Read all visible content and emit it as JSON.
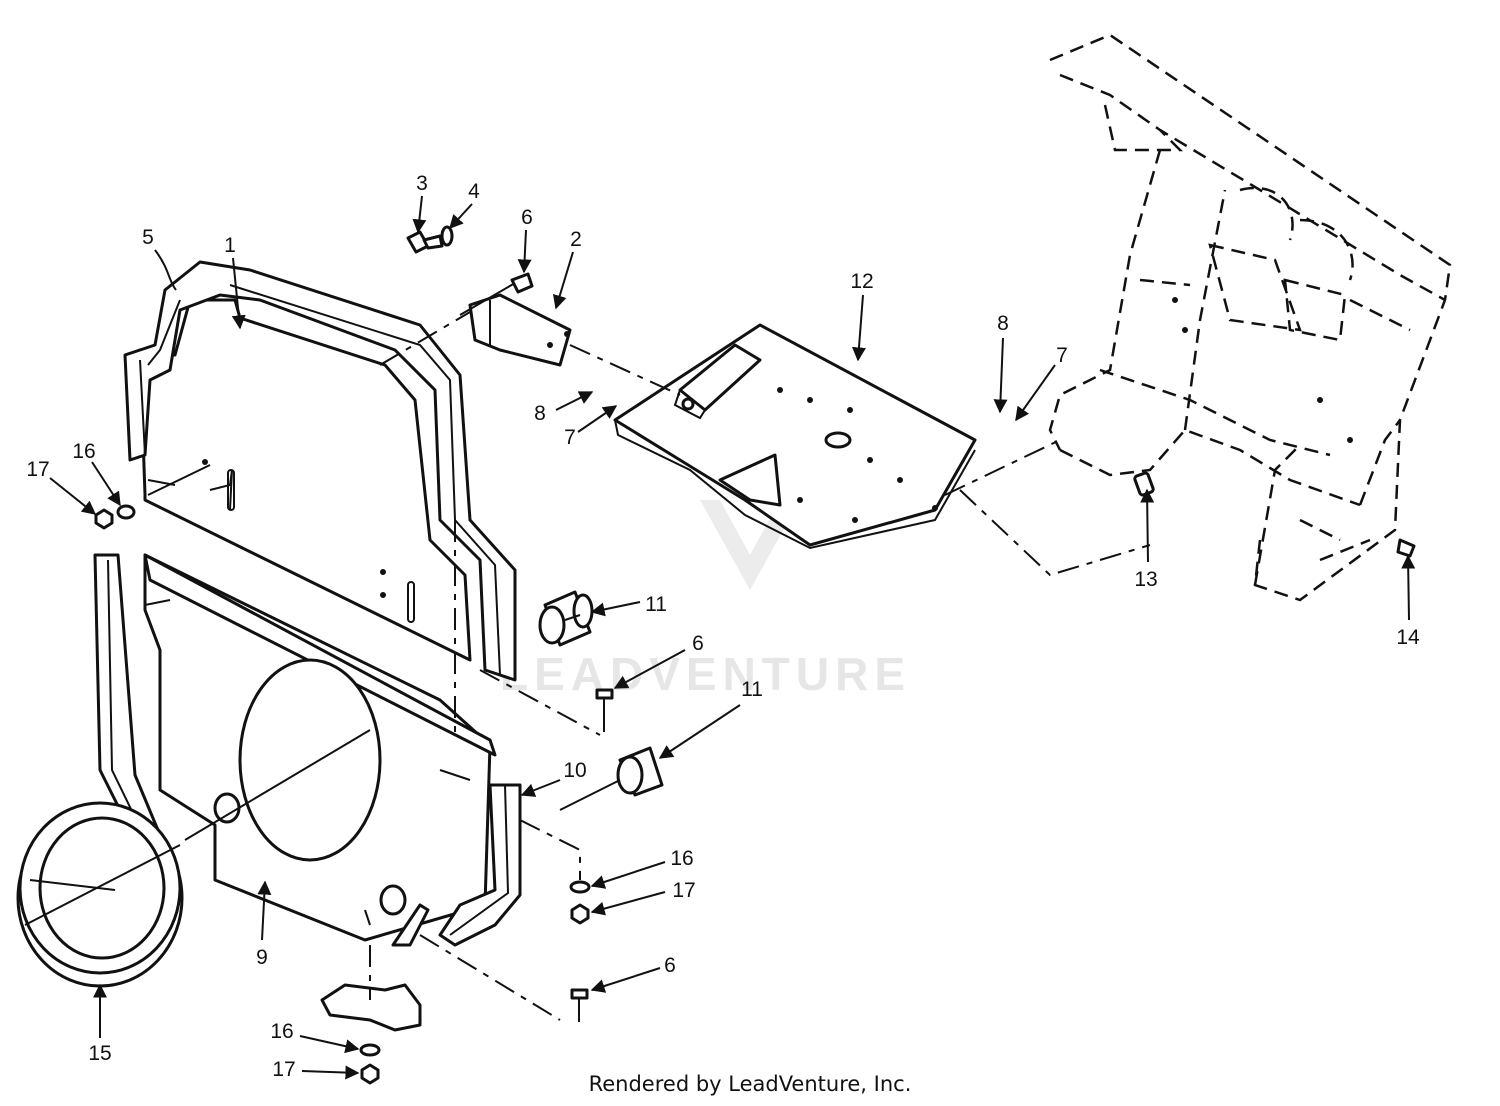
{
  "watermark": "LEADVENTURE",
  "credit": "Rendered by LeadVenture, Inc.",
  "callouts": [
    {
      "id": "c3",
      "label": "3"
    },
    {
      "id": "c4",
      "label": "4"
    },
    {
      "id": "c6a",
      "label": "6"
    },
    {
      "id": "c2",
      "label": "2"
    },
    {
      "id": "c5",
      "label": "5"
    },
    {
      "id": "c1",
      "label": "1"
    },
    {
      "id": "c12",
      "label": "12"
    },
    {
      "id": "c8a",
      "label": "8"
    },
    {
      "id": "c7a",
      "label": "7"
    },
    {
      "id": "c8b",
      "label": "8"
    },
    {
      "id": "c7b",
      "label": "7"
    },
    {
      "id": "c16a",
      "label": "16"
    },
    {
      "id": "c17a",
      "label": "17"
    },
    {
      "id": "c11a",
      "label": "11"
    },
    {
      "id": "c6b",
      "label": "6"
    },
    {
      "id": "c11b",
      "label": "11"
    },
    {
      "id": "c10",
      "label": "10"
    },
    {
      "id": "c13",
      "label": "13"
    },
    {
      "id": "c14",
      "label": "14"
    },
    {
      "id": "c16b",
      "label": "16"
    },
    {
      "id": "c17b",
      "label": "17"
    },
    {
      "id": "c6c",
      "label": "6"
    },
    {
      "id": "c9",
      "label": "9"
    },
    {
      "id": "c15",
      "label": "15"
    },
    {
      "id": "c16c",
      "label": "16"
    },
    {
      "id": "c17c",
      "label": "17"
    }
  ]
}
